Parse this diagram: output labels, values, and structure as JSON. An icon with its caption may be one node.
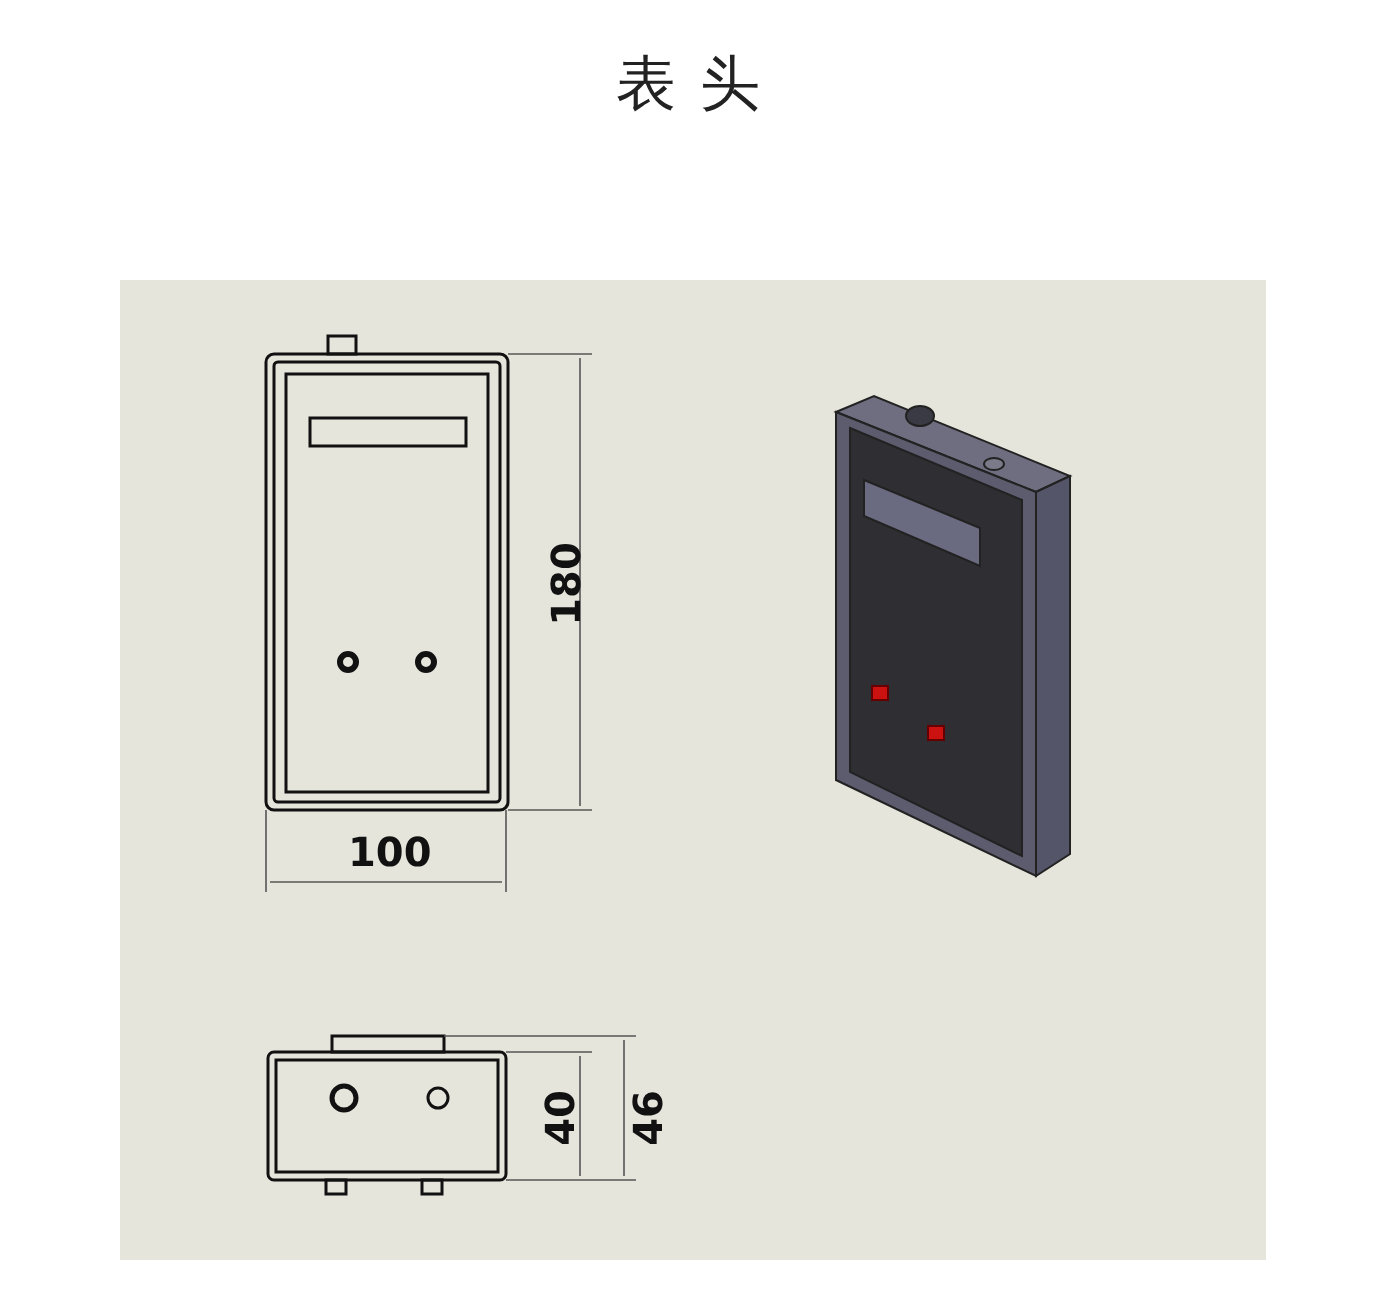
{
  "diagram": {
    "title": "表头",
    "labels": [
      "180",
      "100",
      "40",
      "46"
    ]
  }
}
